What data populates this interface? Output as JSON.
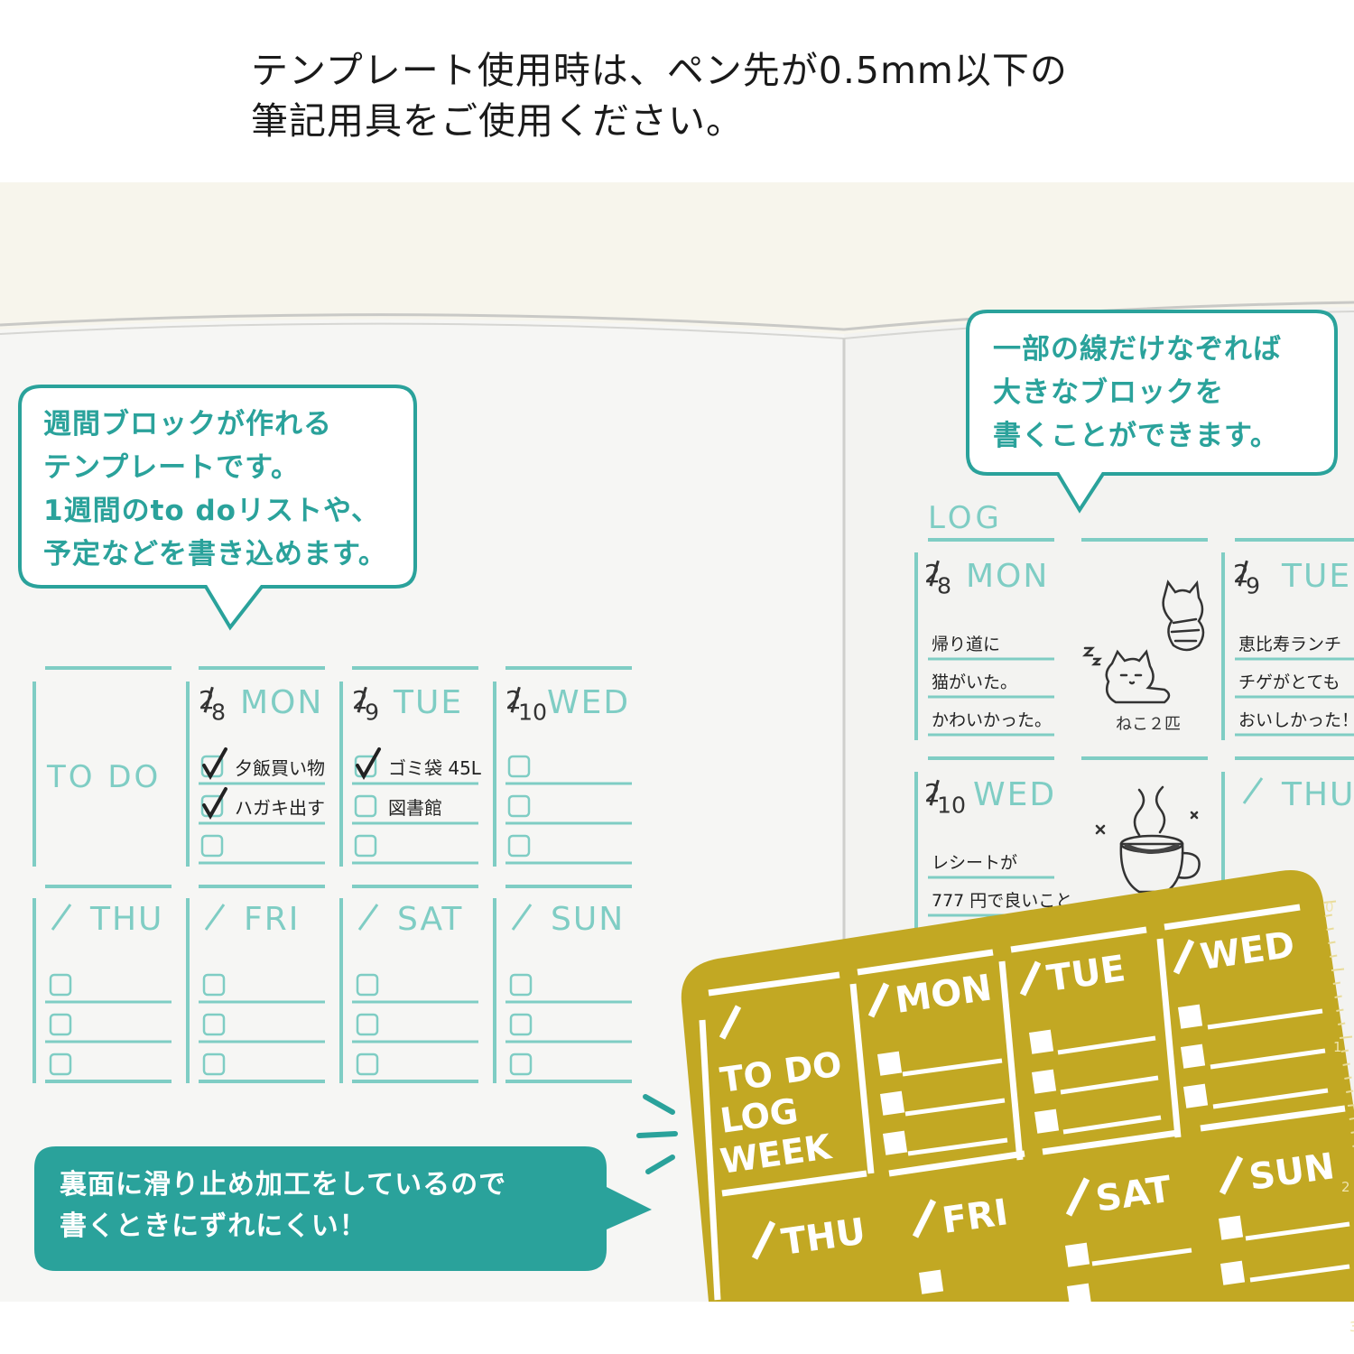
{
  "caption": {
    "line1": "テンプレート使用時は、ペン先が0.5mm以下の",
    "line2": "筆記用具をご使用ください。"
  },
  "colors": {
    "teal": "#2aa29b",
    "teal_light": "#7fcdc4",
    "mustard": "#c2a823",
    "paper": "#f6f6f4",
    "cream": "#f7f5ec"
  },
  "bubbles": {
    "left": [
      "週間ブロックが作れる",
      "テンプレートです。",
      "1週間のto doリストや、",
      "予定などを書き込めます。"
    ],
    "right": [
      "一部の線だけなぞれば",
      "大きなブロックを",
      "書くことができます。"
    ],
    "note": [
      "裏面に滑り止め加工をしているので",
      "書くときにずれにくい！"
    ]
  },
  "left_page": {
    "todo_label": "TO DO",
    "days_top": [
      {
        "date": "2/8",
        "day": "MON",
        "tasks": [
          {
            "text": "夕飯買い物",
            "checked": true
          },
          {
            "text": "ハガキ出す",
            "checked": true
          },
          {
            "text": "",
            "checked": false
          }
        ]
      },
      {
        "date": "2/9",
        "day": "TUE",
        "tasks": [
          {
            "text": "ゴミ袋 45L",
            "checked": true
          },
          {
            "text": "図書館",
            "checked": false
          },
          {
            "text": "",
            "checked": false
          }
        ]
      },
      {
        "date": "2/10",
        "day": "WED",
        "tasks": [
          {
            "text": "",
            "checked": false
          },
          {
            "text": "",
            "checked": false
          },
          {
            "text": "",
            "checked": false
          }
        ]
      }
    ],
    "days_bottom": [
      "THU",
      "FRI",
      "SAT",
      "SUN"
    ]
  },
  "right_page": {
    "log_label": "LOG",
    "mon": {
      "date": "2/8",
      "day": "MON",
      "lines": [
        "帰り道に",
        "猫がいた。",
        "かわいかった。"
      ],
      "sketch_caption": "ねこ２匹"
    },
    "tue": {
      "date": "2/9",
      "day": "TUE",
      "lines": [
        "恵比寿ランチ",
        "チゲがとても",
        "おいしかった！"
      ]
    },
    "wed": {
      "date": "2/10",
      "day": "WED",
      "lines": [
        "レシートが",
        "777 円で良いこと"
      ]
    },
    "thu": {
      "day": "THU"
    }
  },
  "stencil": {
    "todo": "TO DO",
    "log": "LOG",
    "week": "WEEK",
    "days_top": [
      "MON",
      "TUE",
      "WED"
    ],
    "days_bottom": [
      "THU",
      "FRI",
      "SAT",
      "SUN"
    ],
    "ruler_marks": [
      "0",
      "1",
      "2",
      "3"
    ]
  }
}
